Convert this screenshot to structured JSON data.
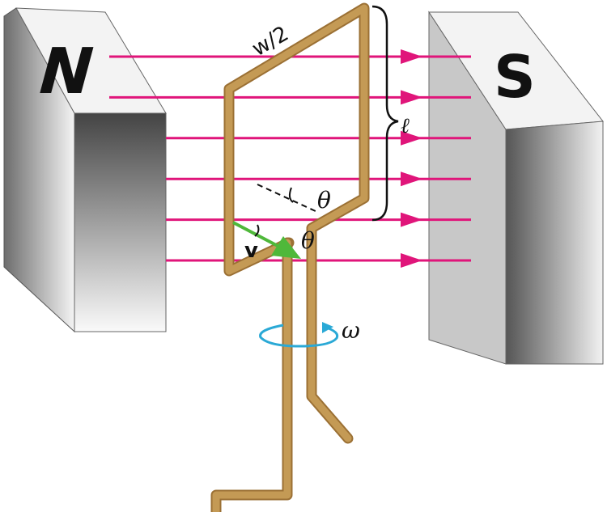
{
  "labels": {
    "north": "N",
    "south": "S",
    "width_half": "w/2",
    "length": "ℓ",
    "theta_top": "θ",
    "theta_bottom": "θ",
    "velocity": "v",
    "omega": "ω"
  },
  "colors": {
    "field_lines": "#e0157a",
    "wire": "#c49a55",
    "wire_edge": "#9b7034",
    "velocity_arrow": "#4fb83a",
    "rotation_arrow": "#2aa9d6"
  },
  "field_line_count": 6
}
